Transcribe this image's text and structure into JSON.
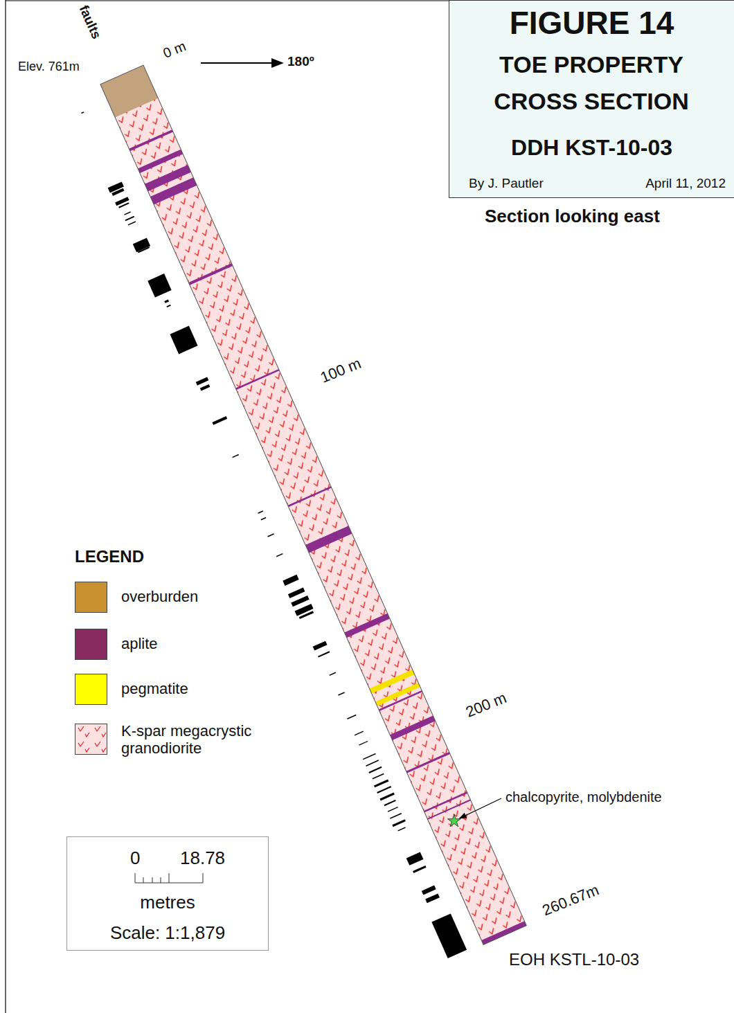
{
  "diagram": {
    "title": "FIGURE 14",
    "nodes": [
      {
        "text": [
          "TOE PROPERTY CROSS SECTION",
          "DDH KST-10-03",
          "By J. Pautler",
          "April 11, 2012"
        ]
      },
      {
        "text": [
          "0",
          "18.78",
          "metres",
          "Scale: 1:1,879"
        ]
      }
    ],
    "labels": [
      "Section looking east",
      "Elev. 761m",
      "0 m",
      "180º",
      "faults",
      "100 m",
      "200 m",
      "260.67m",
      "EOH KSTL-10-03",
      "chalcopyrite, molybdenite",
      "LEGEND"
    ],
    "legend": [
      {
        "text": "overburden",
        "color": "#c8902e"
      },
      {
        "text": "aplite",
        "color": "#8a2a62"
      },
      {
        "text": "pegmatite",
        "color": "#ffff00"
      },
      {
        "text": "K-spar megacrystic granodiorite",
        "color": "#fbe1e1"
      }
    ]
  }
}
